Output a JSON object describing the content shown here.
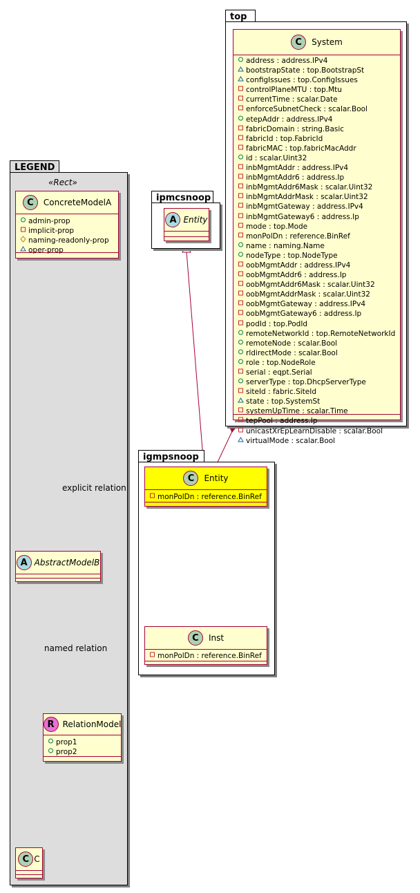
{
  "packages": {
    "top": "top",
    "legend": "LEGEND",
    "ipmcsnoop": "ipmcsnoop",
    "igmpsnoop": "igmpsnoop"
  },
  "legend": {
    "stereotype": "«Rect»",
    "concrete": {
      "name": "ConcreteModelA",
      "attrs": [
        {
          "vis": "+",
          "text": "admin-prop"
        },
        {
          "vis": "-",
          "text": "implicit-prop"
        },
        {
          "vis": "#",
          "text": "naming-readonly-prop"
        },
        {
          "vis": "~",
          "text": "oper-prop"
        }
      ]
    },
    "abstract": {
      "name": "AbstractModelB"
    },
    "relation": {
      "name": "RelationModel",
      "attrs": [
        {
          "vis": "+",
          "text": "prop1"
        },
        {
          "vis": "+",
          "text": "prop2"
        }
      ]
    },
    "c": {
      "name": "C"
    },
    "explicit_label": "explicit relation",
    "named_label": "named relation"
  },
  "ipmc_entity": {
    "name": "Entity"
  },
  "igmp_entity": {
    "name": "Entity",
    "attrs": [
      {
        "vis": "-",
        "text": "monPolDn : reference.BinRef"
      }
    ]
  },
  "inst": {
    "name": "Inst",
    "attrs": [
      {
        "vis": "-",
        "text": "monPolDn : reference.BinRef"
      }
    ]
  },
  "system": {
    "name": "System",
    "attrs": [
      {
        "vis": "+",
        "text": "address : address.IPv4"
      },
      {
        "vis": "~",
        "text": "bootstrapState : top.BootstrapSt"
      },
      {
        "vis": "~",
        "text": "configIssues : top.ConfigIssues"
      },
      {
        "vis": "-",
        "text": "controlPlaneMTU : top.Mtu"
      },
      {
        "vis": "-",
        "text": "currentTime : scalar.Date"
      },
      {
        "vis": "-",
        "text": "enforceSubnetCheck : scalar.Bool"
      },
      {
        "vis": "+",
        "text": "etepAddr : address.IPv4"
      },
      {
        "vis": "-",
        "text": "fabricDomain : string.Basic"
      },
      {
        "vis": "-",
        "text": "fabricId : top.FabricId"
      },
      {
        "vis": "-",
        "text": "fabricMAC : top.fabricMacAddr"
      },
      {
        "vis": "+",
        "text": "id : scalar.Uint32"
      },
      {
        "vis": "-",
        "text": "inbMgmtAddr : address.IPv4"
      },
      {
        "vis": "-",
        "text": "inbMgmtAddr6 : address.Ip"
      },
      {
        "vis": "-",
        "text": "inbMgmtAddr6Mask : scalar.Uint32"
      },
      {
        "vis": "-",
        "text": "inbMgmtAddrMask : scalar.Uint32"
      },
      {
        "vis": "-",
        "text": "inbMgmtGateway : address.IPv4"
      },
      {
        "vis": "-",
        "text": "inbMgmtGateway6 : address.Ip"
      },
      {
        "vis": "-",
        "text": "mode : top.Mode"
      },
      {
        "vis": "-",
        "text": "monPolDn : reference.BinRef"
      },
      {
        "vis": "+",
        "text": "name : naming.Name"
      },
      {
        "vis": "+",
        "text": "nodeType : top.NodeType"
      },
      {
        "vis": "-",
        "text": "oobMgmtAddr : address.IPv4"
      },
      {
        "vis": "-",
        "text": "oobMgmtAddr6 : address.Ip"
      },
      {
        "vis": "-",
        "text": "oobMgmtAddr6Mask : scalar.Uint32"
      },
      {
        "vis": "-",
        "text": "oobMgmtAddrMask : scalar.Uint32"
      },
      {
        "vis": "-",
        "text": "oobMgmtGateway : address.IPv4"
      },
      {
        "vis": "-",
        "text": "oobMgmtGateway6 : address.Ip"
      },
      {
        "vis": "-",
        "text": "podId : top.PodId"
      },
      {
        "vis": "+",
        "text": "remoteNetworkId : top.RemoteNetworkId"
      },
      {
        "vis": "+",
        "text": "remoteNode : scalar.Bool"
      },
      {
        "vis": "+",
        "text": "rldirectMode : scalar.Bool"
      },
      {
        "vis": "+",
        "text": "role : top.NodeRole"
      },
      {
        "vis": "-",
        "text": "serial : eqpt.Serial"
      },
      {
        "vis": "+",
        "text": "serverType : top.DhcpServerType"
      },
      {
        "vis": "-",
        "text": "siteId : fabric.SiteId"
      },
      {
        "vis": "~",
        "text": "state : top.SystemSt"
      },
      {
        "vis": "-",
        "text": "systemUpTime : scalar.Time"
      },
      {
        "vis": "-",
        "text": "tepPool : address.Ip"
      },
      {
        "vis": "-",
        "text": "unicastXrEpLearnDisable : scalar.Bool"
      },
      {
        "vis": "~",
        "text": "virtualMode : scalar.Bool"
      }
    ]
  },
  "colors": {
    "class_fill": "#fefece",
    "class_border": "#a80036",
    "highlight_fill": "#ffff00",
    "legend_fill": "#dddddd",
    "package_fill": "#ffffff",
    "circle_c": "#add1b2",
    "circle_a": "#a9dcdf",
    "circle_r": "#e671d6"
  }
}
